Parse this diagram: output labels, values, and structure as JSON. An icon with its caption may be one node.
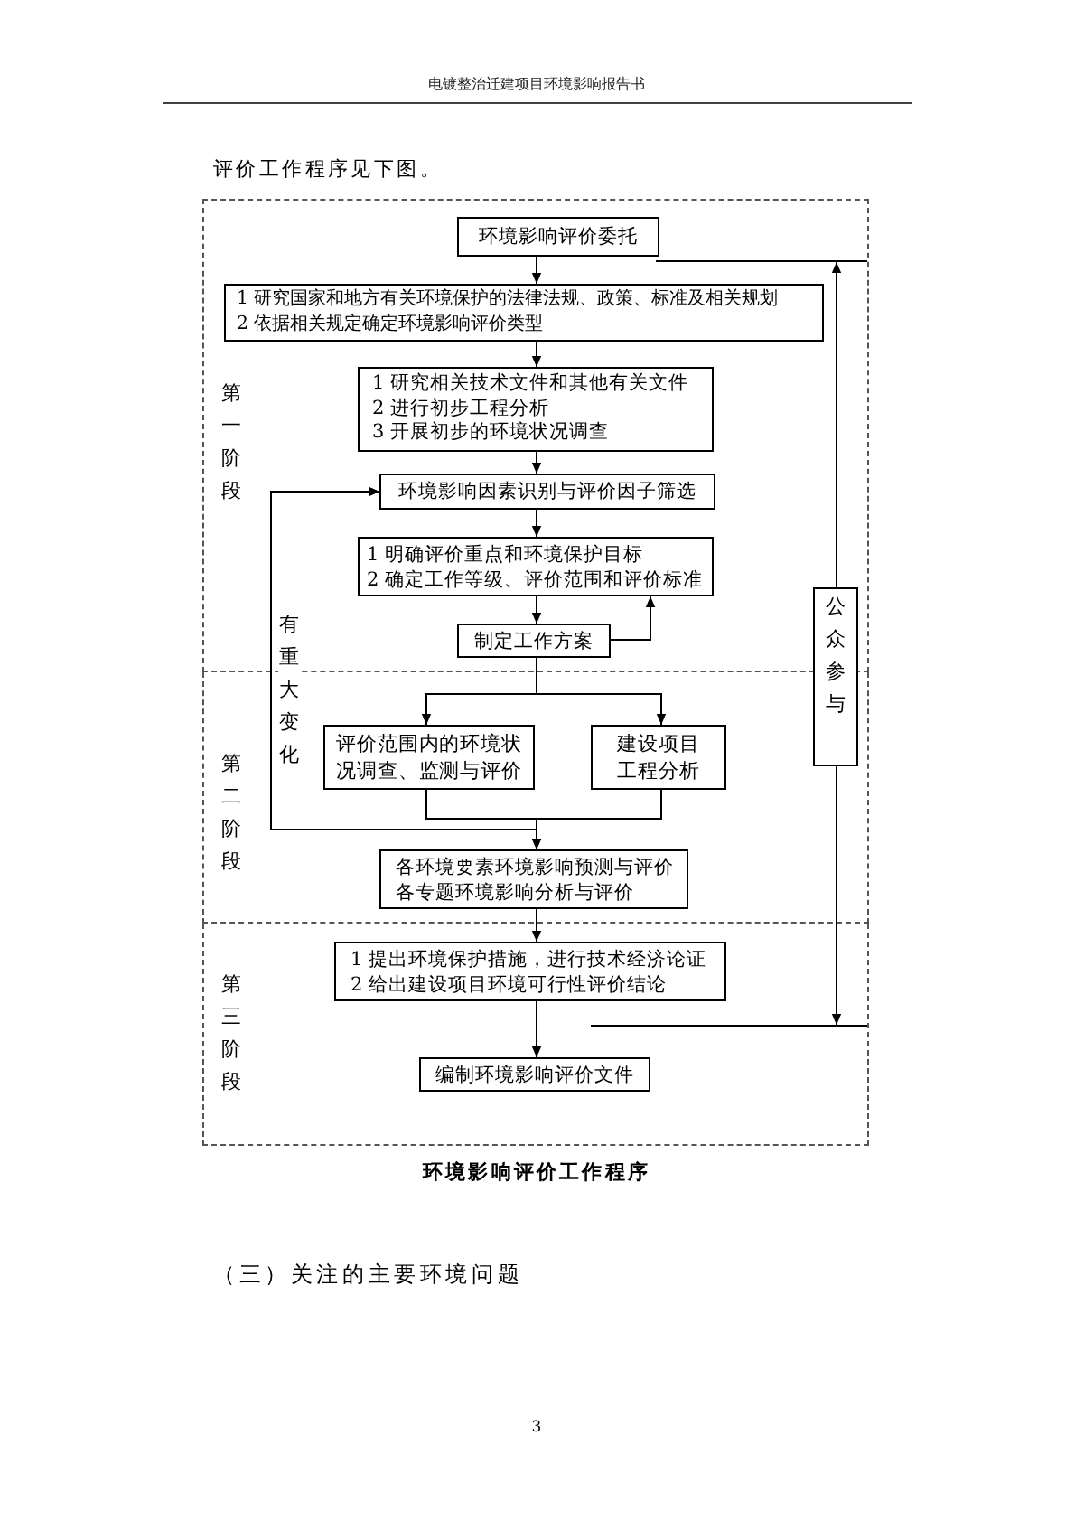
{
  "diagram": {
    "caption": "环境影响评价工作程序",
    "nodes": [
      {
        "text": [
          "第一阶段"
        ]
      },
      {
        "text": [
          "环境影响评价委托"
        ],
        "in": 0
      },
      {
        "text": [
          "1 研究国家和地方有关环境保护的法律法规、政策、标准及相关规划",
          "2 依据相关规定确定环境影响评价类型"
        ],
        "in": 0
      },
      {
        "text": [
          "1 研究相关技术文件和其他有关文件",
          "2 进行初步工程分析",
          "3 开展初步的环境状况调查"
        ],
        "in": 0
      },
      {
        "text": [
          "环境影响因素识别与评价因子筛选"
        ],
        "in": 0
      },
      {
        "text": [
          "1 明确评价重点和环境保护目标",
          "2 确定工作等级、评价范围和评价标准"
        ],
        "in": 0
      },
      {
        "text": [
          "制定工作方案"
        ],
        "in": 0
      },
      {
        "text": [
          "第二阶段"
        ]
      },
      {
        "text": [
          "评价范围内的环境状况调查、监测与评价"
        ],
        "in": 7
      },
      {
        "text": [
          "建设项目工程分析"
        ],
        "in": 7
      },
      {
        "text": [
          "各环境要素环境影响预测与评价",
          "各专题环境影响分析与评价"
        ],
        "in": 7
      },
      {
        "text": [
          "第三阶段"
        ]
      },
      {
        "text": [
          "1 提出环境保护措施，进行技术经济论证",
          "2 给出建设项目环境可行性评价结论"
        ],
        "in": 11
      },
      {
        "text": [
          "编制环境影响评价文件"
        ],
        "in": 11
      },
      {
        "text": [
          "公众参与"
        ]
      },
      {
        "text": [],
        "shape": "bar",
        "in": 0
      },
      {
        "text": [],
        "shape": "bar",
        "in": 11
      }
    ],
    "edges": [
      {
        "from": 1,
        "to": 2,
        "arrow": "to"
      },
      {
        "from": 2,
        "to": 3,
        "arrow": "to"
      },
      {
        "from": 3,
        "to": 4,
        "arrow": "to"
      },
      {
        "from": 4,
        "to": 5,
        "arrow": "to"
      },
      {
        "from": 5,
        "to": 6,
        "arrow": "to"
      },
      {
        "from": 6,
        "to": 5,
        "arrow": "to"
      },
      {
        "from": 6,
        "to": 8,
        "arrow": "to"
      },
      {
        "from": 6,
        "to": 9,
        "arrow": "to"
      },
      {
        "from": 8,
        "to": 10,
        "arrow": "to"
      },
      {
        "from": 9,
        "to": 10,
        "arrow": "to"
      },
      {
        "from": 8,
        "to": 4,
        "arrow": "to",
        "label": "有重大变化"
      },
      {
        "from": 9,
        "to": 4,
        "arrow": "to"
      },
      {
        "from": 10,
        "to": 12,
        "arrow": "to"
      },
      {
        "from": 12,
        "to": 13,
        "arrow": "to"
      },
      {
        "from": 14,
        "to": 15,
        "arrow": "to"
      },
      {
        "from": 14,
        "to": 16,
        "arrow": "to"
      }
    ],
    "labels": [
      "电镀整治迁建项目环境影响报告书",
      "评价工作程序见下图。",
      "（三）关注的主要环境问题",
      "3"
    ]
  }
}
